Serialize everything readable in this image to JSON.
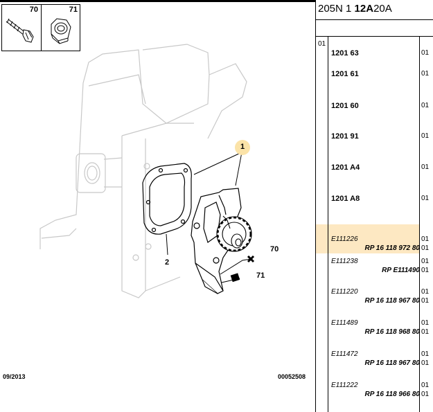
{
  "header": {
    "model": "205N",
    "variant": "1",
    "engine": "12A",
    "code": "20A"
  },
  "thumbnails": [
    {
      "number": "70",
      "icon": "bolt-icon"
    },
    {
      "number": "71",
      "icon": "nut-icon"
    }
  ],
  "callouts": [
    "1",
    "2",
    "70",
    "71"
  ],
  "footer": {
    "date": "09/2013",
    "ref": "00052508"
  },
  "panel": {
    "group_qty": "01",
    "parts": [
      {
        "code": "1201 63",
        "qty": "01"
      },
      {
        "code": "1201 61",
        "qty": "01"
      },
      {
        "code": "1201 60",
        "qty": "01"
      },
      {
        "code": "1201 91",
        "qty": "01"
      },
      {
        "code": "1201 A4",
        "qty": "01"
      },
      {
        "code": "1201 A8",
        "qty": "01"
      }
    ],
    "refs": [
      {
        "ref": "E111226",
        "qty": "01",
        "rp": "RP 16 118 972 80",
        "rp_qty": "01",
        "highlight": true
      },
      {
        "ref": "E111238",
        "qty": "01",
        "rp": "RP E111490",
        "rp_qty": "01"
      },
      {
        "ref": "E111220",
        "qty": "01",
        "rp": "RP 16 118 967 80",
        "rp_qty": "01"
      },
      {
        "ref": "E111489",
        "qty": "01",
        "rp": "RP 16 118 968 80",
        "rp_qty": "01"
      },
      {
        "ref": "E111472",
        "qty": "01",
        "rp": "RP 16 118 967 80",
        "rp_qty": "01"
      },
      {
        "ref": "E111222",
        "qty": "01",
        "rp": "RP 16 118 966 80",
        "rp_qty": "01"
      }
    ]
  },
  "colors": {
    "highlight": "#fde8c2",
    "callout_badge": "#fbe3a8",
    "line_gray": "#c8c8c8"
  }
}
